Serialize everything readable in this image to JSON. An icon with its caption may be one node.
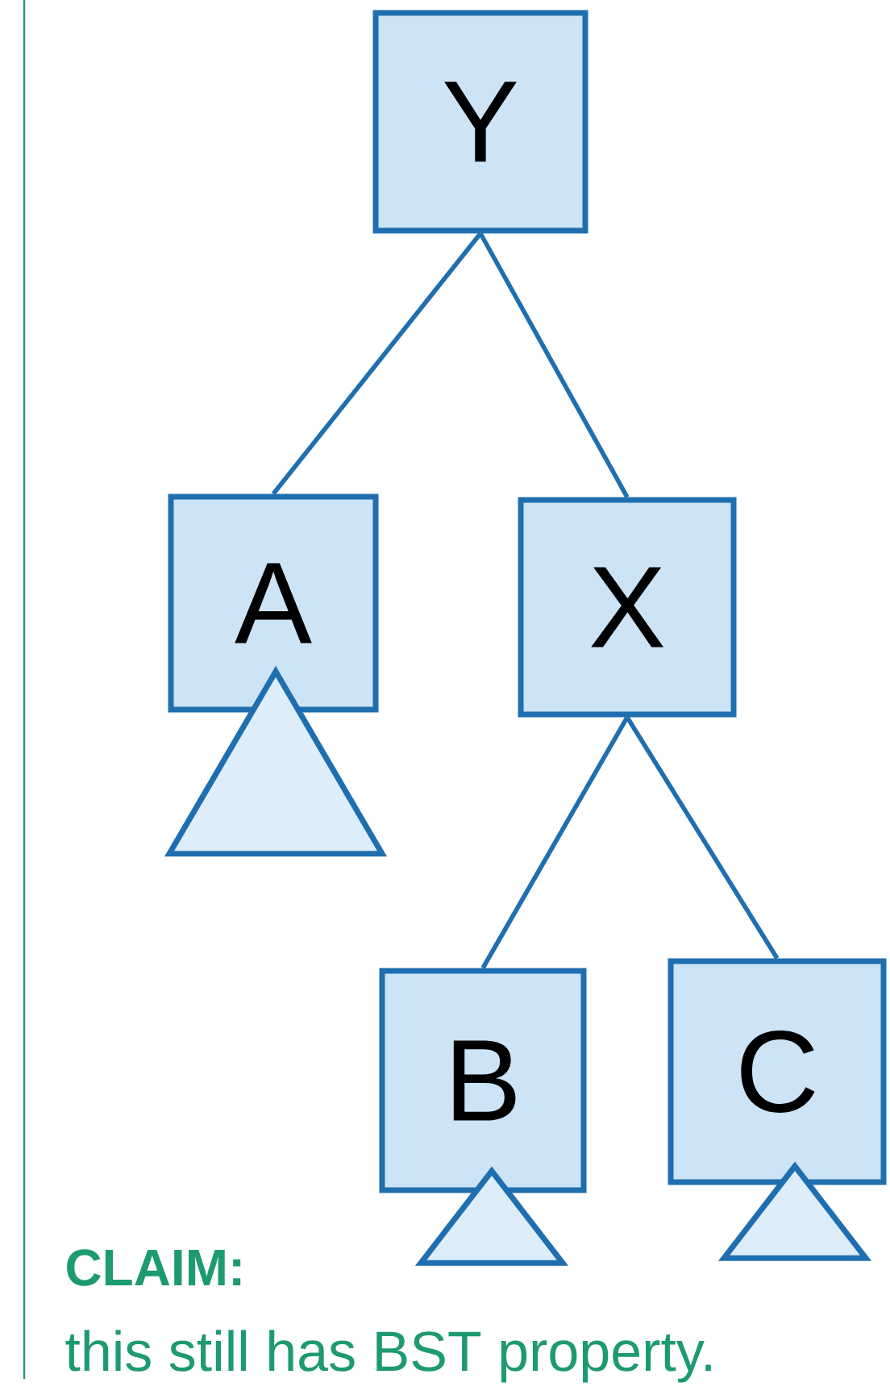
{
  "diagram": {
    "nodes": [
      {
        "text": [
          "Y"
        ]
      },
      {
        "text": [
          "A"
        ]
      },
      {
        "text": [
          "X"
        ]
      },
      {
        "text": [
          "B"
        ]
      },
      {
        "text": [
          "C"
        ]
      },
      {
        "text": [],
        "shape": "triangle"
      },
      {
        "text": [],
        "shape": "triangle"
      },
      {
        "text": [],
        "shape": "triangle"
      }
    ],
    "edges": [
      {
        "from": 0,
        "to": 1,
        "arrow": "none"
      },
      {
        "from": 0,
        "to": 2,
        "arrow": "none"
      },
      {
        "from": 2,
        "to": 3,
        "arrow": "none"
      },
      {
        "from": 2,
        "to": 4,
        "arrow": "none"
      }
    ],
    "labels": [
      "CLAIM:",
      "this still has BST property."
    ]
  }
}
